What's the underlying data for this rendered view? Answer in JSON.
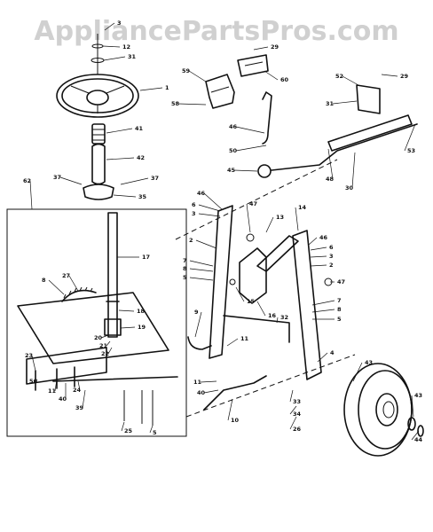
{
  "watermark": "AppliancePartsPros.com",
  "callouts": [
    {
      "id": "c3-top",
      "label": "3"
    },
    {
      "id": "c12",
      "label": "12"
    },
    {
      "id": "c31-top",
      "label": "31"
    },
    {
      "id": "c1",
      "label": "1"
    },
    {
      "id": "c41",
      "label": "41"
    },
    {
      "id": "c42",
      "label": "42"
    },
    {
      "id": "c37-left",
      "label": "37"
    },
    {
      "id": "c37-right",
      "label": "37"
    },
    {
      "id": "c35",
      "label": "35"
    },
    {
      "id": "c62",
      "label": "62"
    },
    {
      "id": "c29-top",
      "label": "29"
    },
    {
      "id": "c59",
      "label": "59"
    },
    {
      "id": "c60",
      "label": "60"
    },
    {
      "id": "c58",
      "label": "58"
    },
    {
      "id": "c46-upper",
      "label": "46"
    },
    {
      "id": "c50",
      "label": "50"
    },
    {
      "id": "c45",
      "label": "45"
    },
    {
      "id": "c52",
      "label": "52"
    },
    {
      "id": "c29-right",
      "label": "29"
    },
    {
      "id": "c31-right",
      "label": "31"
    },
    {
      "id": "c53",
      "label": "53"
    },
    {
      "id": "c48",
      "label": "48"
    },
    {
      "id": "c30",
      "label": "30"
    },
    {
      "id": "c17",
      "label": "17"
    },
    {
      "id": "c27",
      "label": "27"
    },
    {
      "id": "c8",
      "label": "8"
    },
    {
      "id": "c18",
      "label": "18"
    },
    {
      "id": "c19",
      "label": "19"
    },
    {
      "id": "c20",
      "label": "20"
    },
    {
      "id": "c21",
      "label": "21"
    },
    {
      "id": "c22",
      "label": "22"
    },
    {
      "id": "c23",
      "label": "23"
    },
    {
      "id": "c56",
      "label": "56"
    },
    {
      "id": "c11-left",
      "label": "11"
    },
    {
      "id": "c40-left",
      "label": "40"
    },
    {
      "id": "c24",
      "label": "24"
    },
    {
      "id": "c39",
      "label": "39"
    },
    {
      "id": "c25",
      "label": "25"
    },
    {
      "id": "c5-bottom",
      "label": "5"
    },
    {
      "id": "c46-mid",
      "label": "46"
    },
    {
      "id": "c6",
      "label": "6"
    },
    {
      "id": "c47-top",
      "label": "47"
    },
    {
      "id": "c3-mid",
      "label": "3"
    },
    {
      "id": "c2",
      "label": "2"
    },
    {
      "id": "c7",
      "label": "7"
    },
    {
      "id": "c8b",
      "label": "8"
    },
    {
      "id": "c5a",
      "label": "5"
    },
    {
      "id": "c13",
      "label": "13"
    },
    {
      "id": "c14",
      "label": "14"
    },
    {
      "id": "c16",
      "label": "16"
    },
    {
      "id": "c15",
      "label": "15"
    },
    {
      "id": "c46-right",
      "label": "46"
    },
    {
      "id": "c6b",
      "label": "6"
    },
    {
      "id": "c3b",
      "label": "3"
    },
    {
      "id": "c2b",
      "label": "2"
    },
    {
      "id": "c47-right",
      "label": "47"
    },
    {
      "id": "c7b",
      "label": "7"
    },
    {
      "id": "c8c",
      "label": "8"
    },
    {
      "id": "c5b",
      "label": "5"
    },
    {
      "id": "c9",
      "label": "9"
    },
    {
      "id": "c32",
      "label": "32"
    },
    {
      "id": "c4",
      "label": "4"
    },
    {
      "id": "c11-mid",
      "label": "11"
    },
    {
      "id": "c11-low",
      "label": "11"
    },
    {
      "id": "c40-mid",
      "label": "40"
    },
    {
      "id": "c10",
      "label": "10"
    },
    {
      "id": "c33",
      "label": "33"
    },
    {
      "id": "c34",
      "label": "34"
    },
    {
      "id": "c26",
      "label": "26"
    },
    {
      "id": "c43-top",
      "label": "43"
    },
    {
      "id": "c43-right",
      "label": "43"
    },
    {
      "id": "c44",
      "label": "44"
    }
  ]
}
